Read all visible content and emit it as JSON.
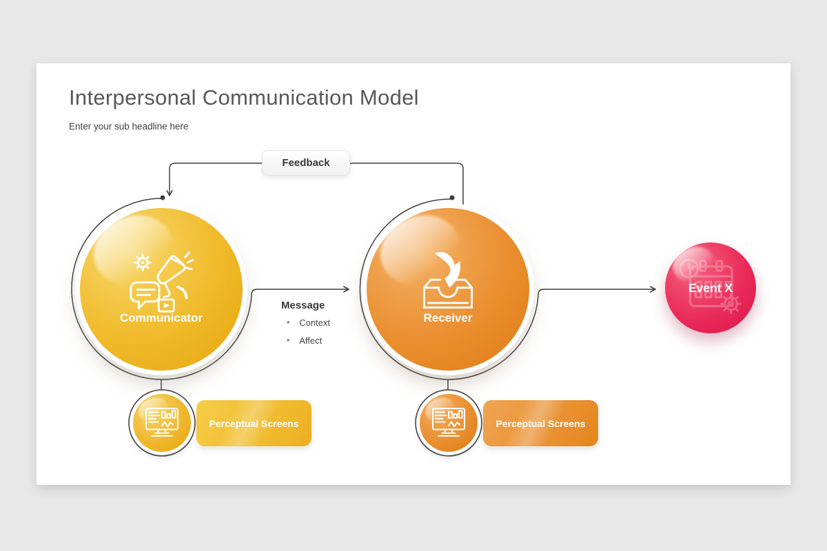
{
  "window": {
    "background": "#e9e8e8",
    "slide_background": "#ffffff"
  },
  "header": {
    "title": "Interpersonal Communication Model",
    "subtitle": "Enter your sub headline here"
  },
  "diagram": {
    "feedback": {
      "label": "Feedback"
    },
    "message": {
      "title": "Message",
      "bullets": [
        "Context",
        "Affect"
      ]
    },
    "nodes": [
      {
        "id": "communicator",
        "label": "Communicator",
        "icon": "megaphone-gear-chat-icon",
        "color": "#f0ba2a"
      },
      {
        "id": "receiver",
        "label": "Receiver",
        "icon": "inbox-arrow-icon",
        "color": "#ea8f30"
      },
      {
        "id": "event",
        "label": "Event X",
        "icon": "calendar-clock-gear-icon",
        "color": "#e92a58"
      }
    ],
    "perceptual_screens": [
      {
        "label": "Perceptual Screens",
        "icon": "monitor-analytics-icon",
        "color": "#f0bc2e"
      },
      {
        "label": "Perceptual Screens",
        "icon": "monitor-analytics-icon",
        "color": "#ea9434"
      }
    ],
    "connector_color": "#3f3f3f"
  }
}
